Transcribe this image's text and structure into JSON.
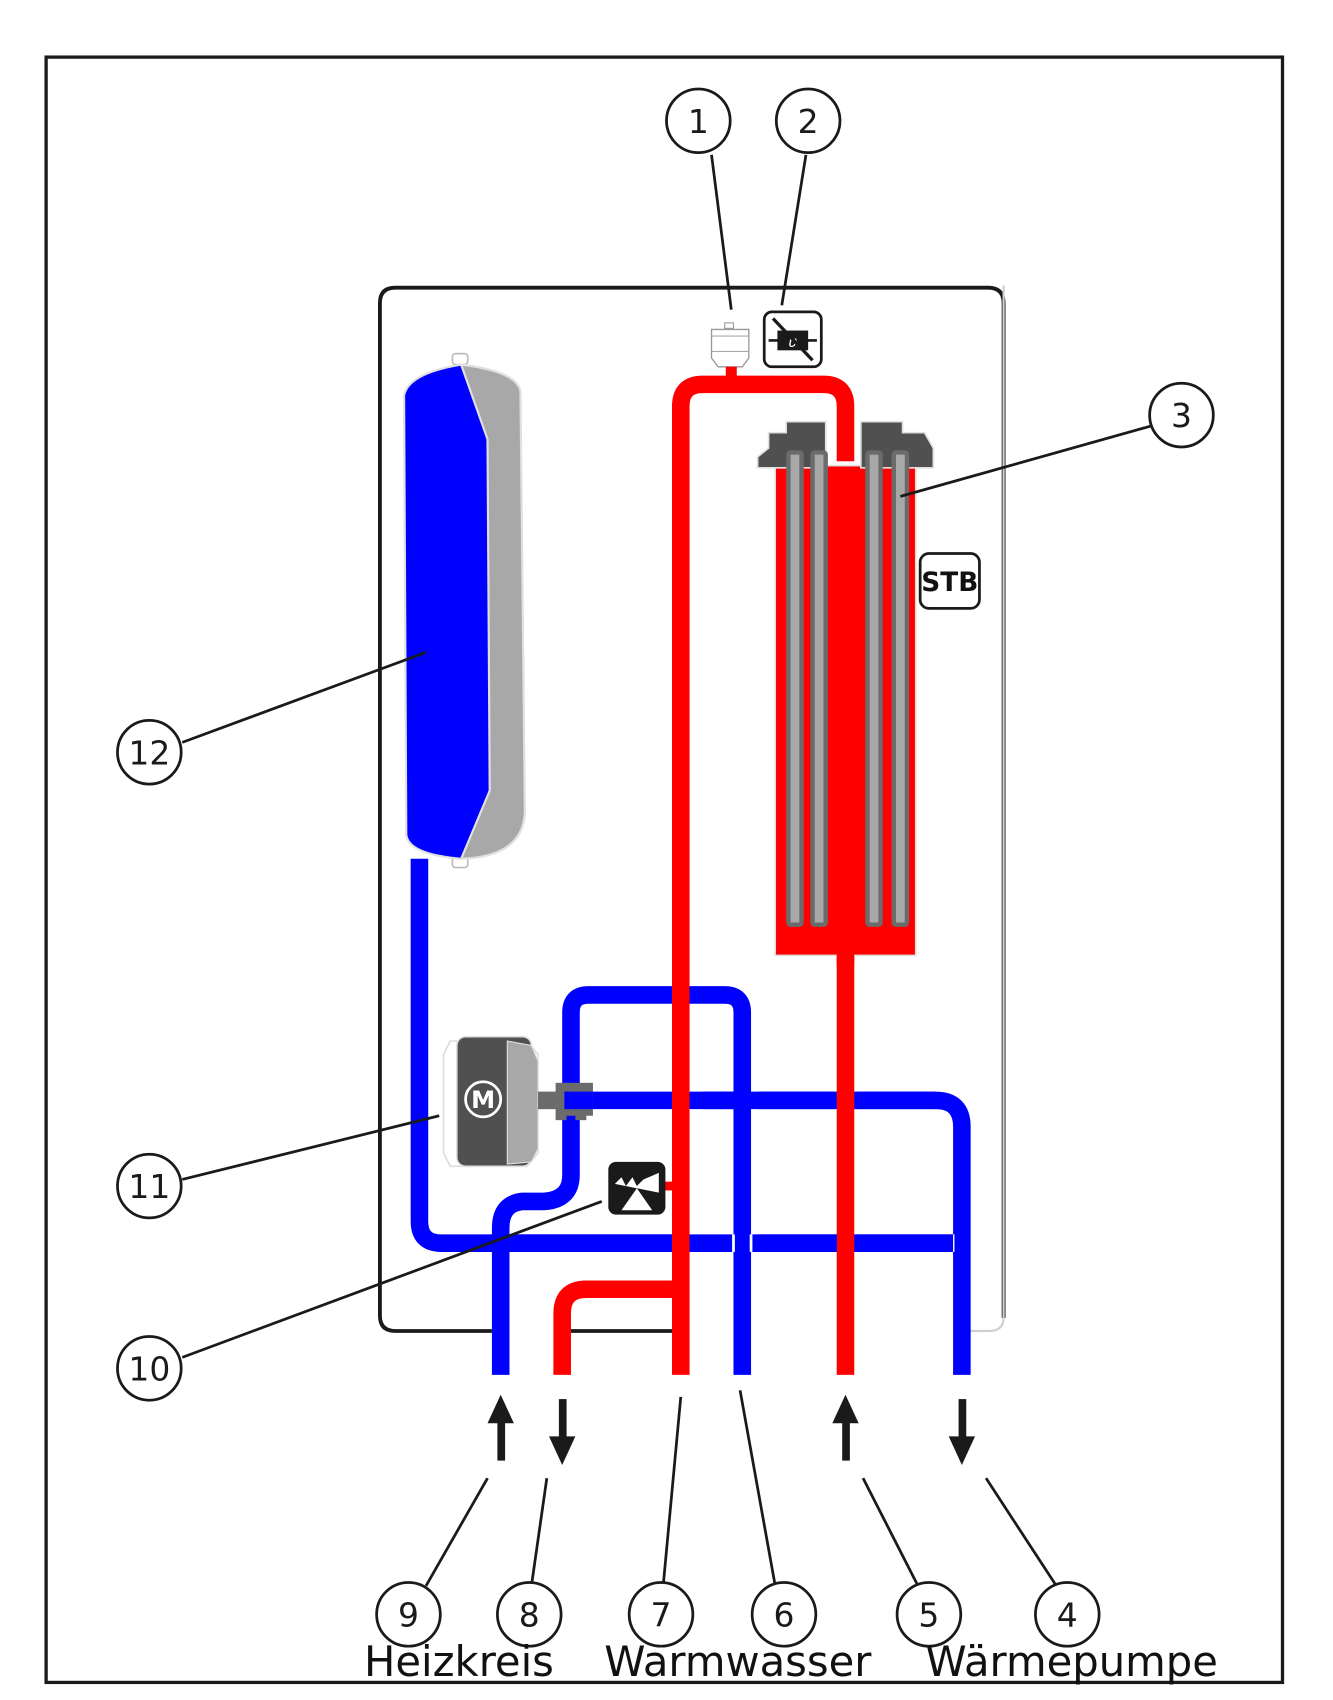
{
  "diagram": {
    "title": "",
    "colors": {
      "hot": "#ff0000",
      "cold": "#0000ff",
      "dark_gray": "#505050",
      "mid_gray": "#6b6b6b",
      "light_gray": "#a8a8a8",
      "line": "#1a1a1a"
    },
    "callouts": [
      {
        "number": "1",
        "refers_to": "air-vent"
      },
      {
        "number": "2",
        "refers_to": "temperature-sensor"
      },
      {
        "number": "3",
        "refers_to": "electric-heating-element"
      },
      {
        "number": "4",
        "refers_to": "heat-pump-return"
      },
      {
        "number": "5",
        "refers_to": "heat-pump-flow"
      },
      {
        "number": "6",
        "refers_to": "hot-water-return"
      },
      {
        "number": "7",
        "refers_to": "hot-water-flow"
      },
      {
        "number": "8",
        "refers_to": "heating-circuit-flow"
      },
      {
        "number": "9",
        "refers_to": "heating-circuit-return"
      },
      {
        "number": "10",
        "refers_to": "safety-valve"
      },
      {
        "number": "11",
        "refers_to": "three-way-valve-motor"
      },
      {
        "number": "12",
        "refers_to": "expansion-vessel"
      }
    ],
    "labels": {
      "stb": "STB",
      "motor": "M"
    },
    "groups": [
      {
        "label": "Heizkreis"
      },
      {
        "label": "Warmwasser"
      },
      {
        "label": "Wärmepumpe"
      }
    ],
    "flow_arrows": [
      {
        "connection": "9",
        "direction": "up"
      },
      {
        "connection": "8",
        "direction": "down"
      },
      {
        "connection": "5",
        "direction": "up"
      },
      {
        "connection": "4",
        "direction": "down"
      }
    ]
  }
}
